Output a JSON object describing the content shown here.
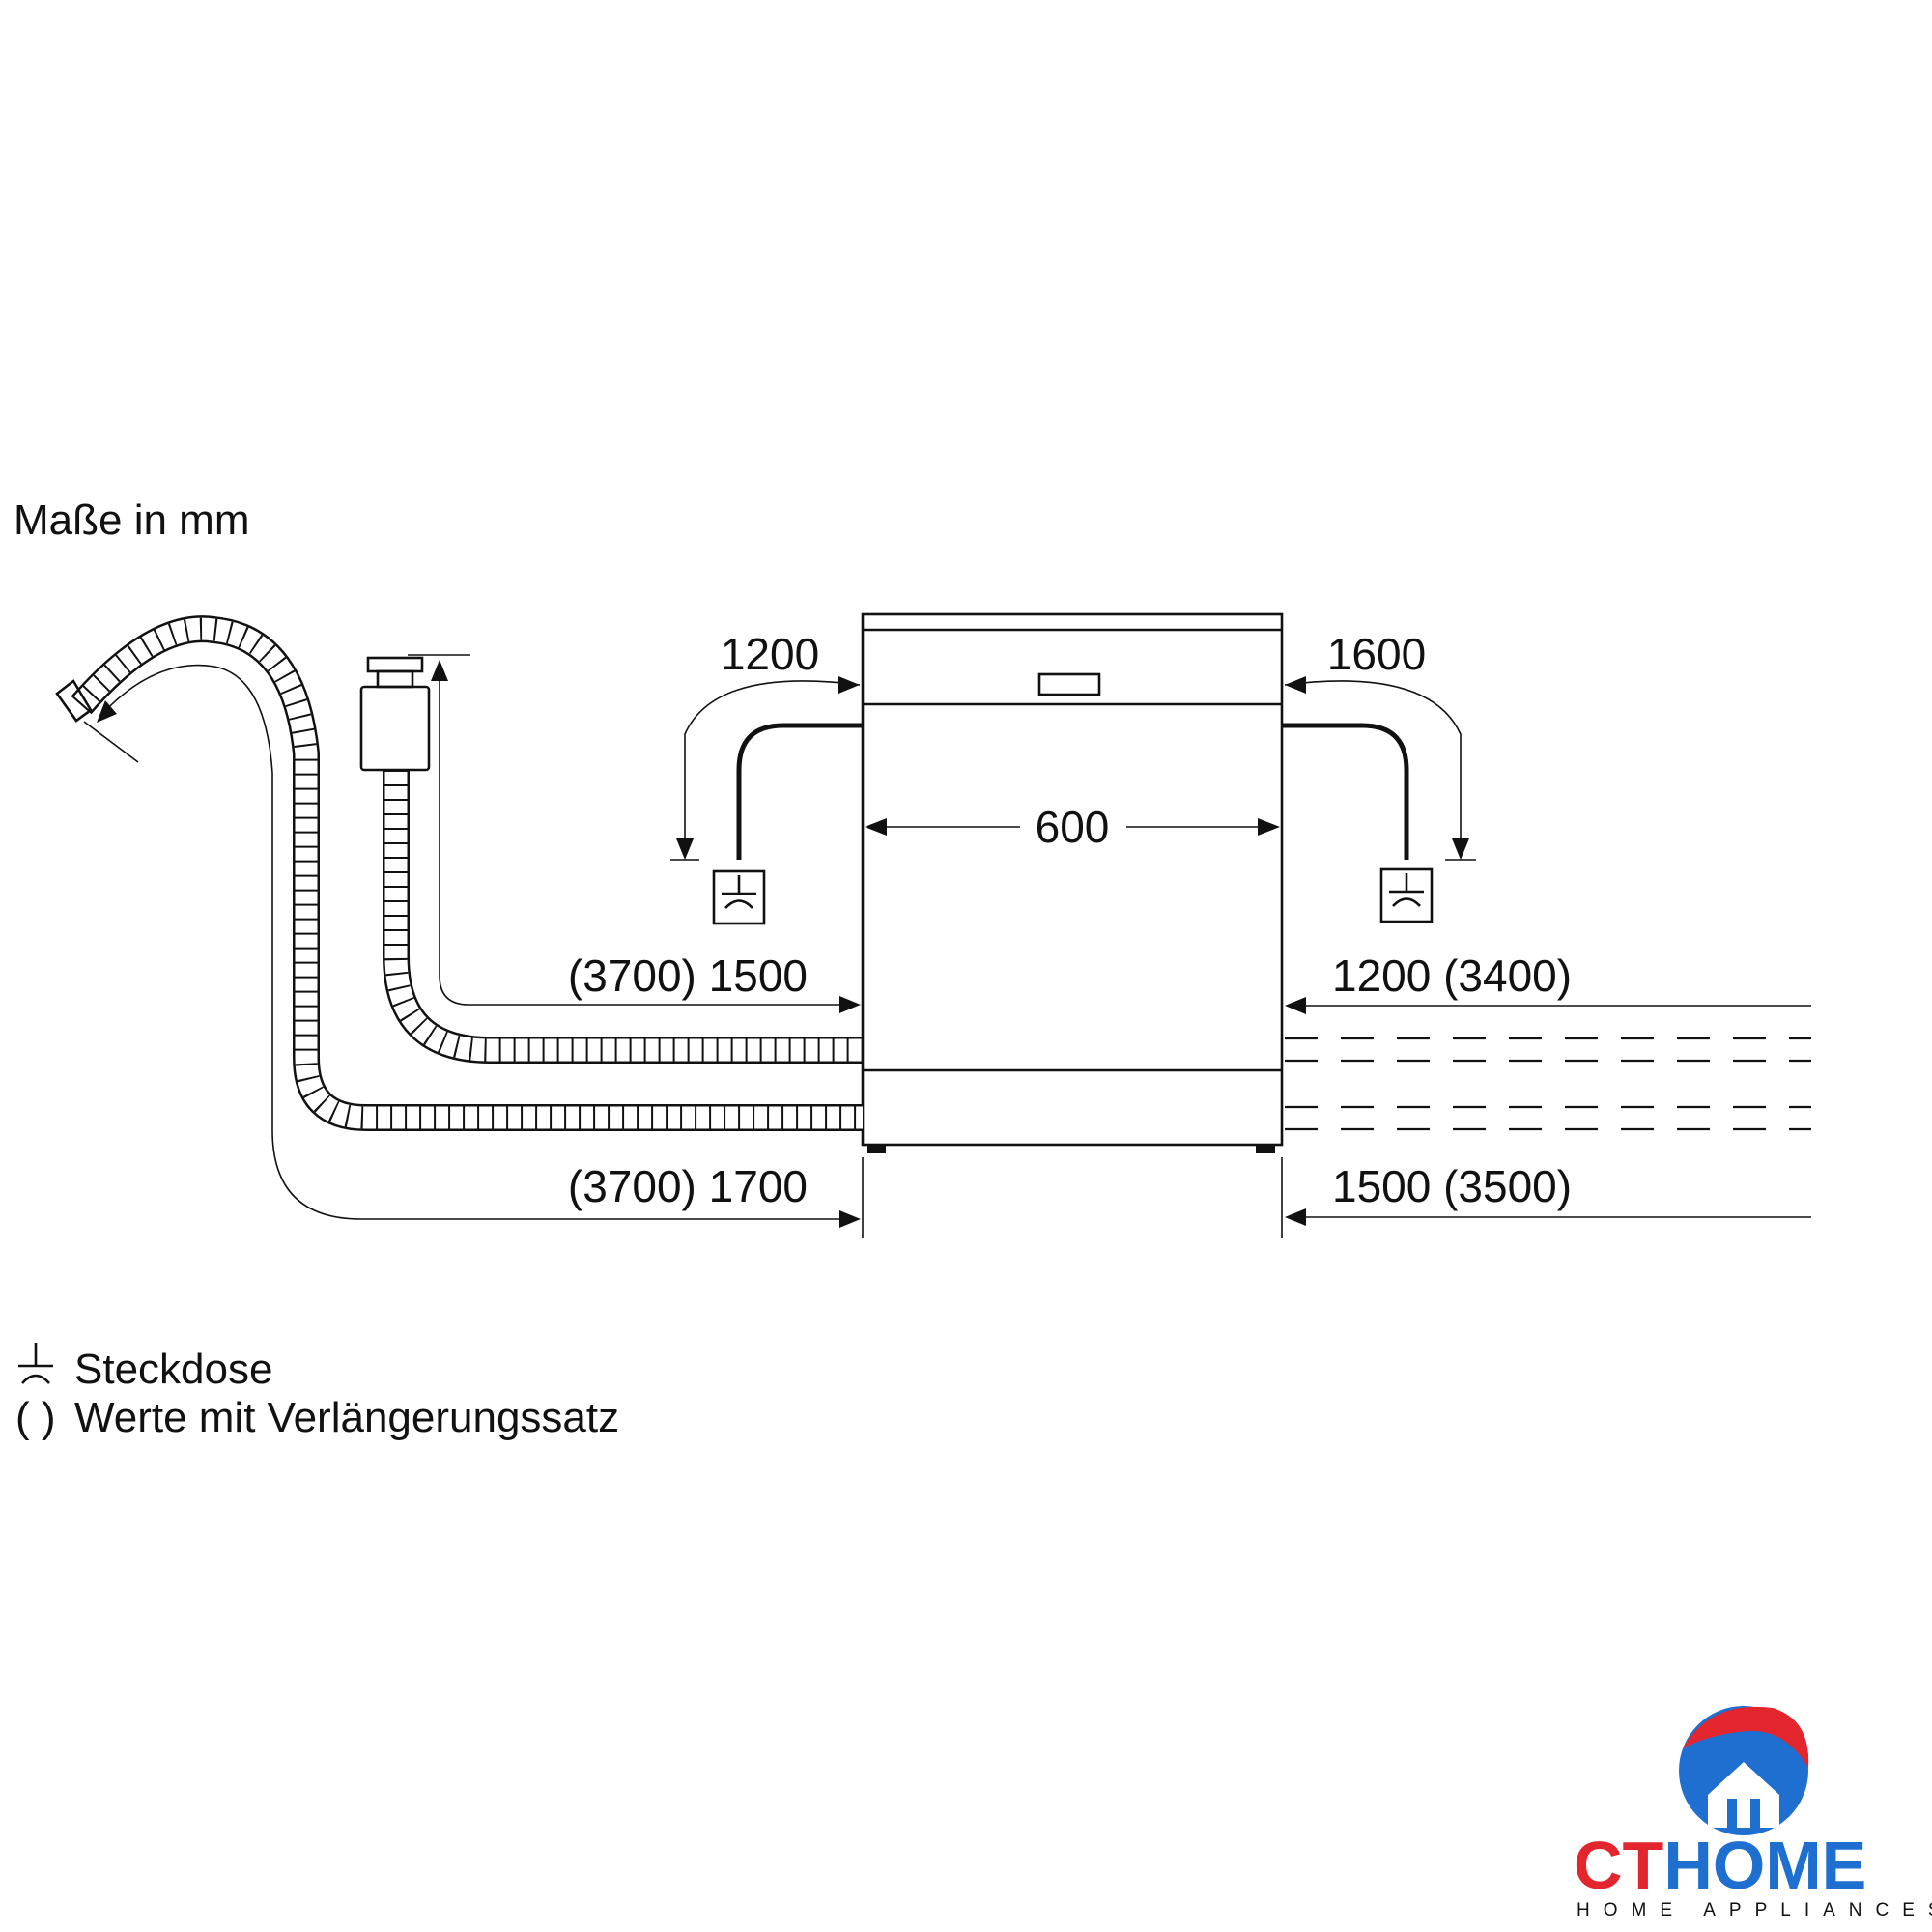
{
  "header": {
    "title": "Maße in mm"
  },
  "dimensions": {
    "cable_left": "1200",
    "cable_right": "1600",
    "width": "600",
    "inlet_left": "(3700) 1500",
    "inlet_right": "1200 (3400)",
    "drain_left": "(3700) 1700",
    "drain_right": "1500 (3500)"
  },
  "legend": {
    "socket_label": "Steckdose",
    "extension_symbol": "( )",
    "extension_label": "Werte mit Verlängerungssatz"
  },
  "watermark": {
    "brand_red": "CT",
    "brand_blue": "HOME",
    "tagline": "HOME APPLIANCES",
    "colors": {
      "red": "#e3262e",
      "blue": "#1e6fd0"
    }
  }
}
